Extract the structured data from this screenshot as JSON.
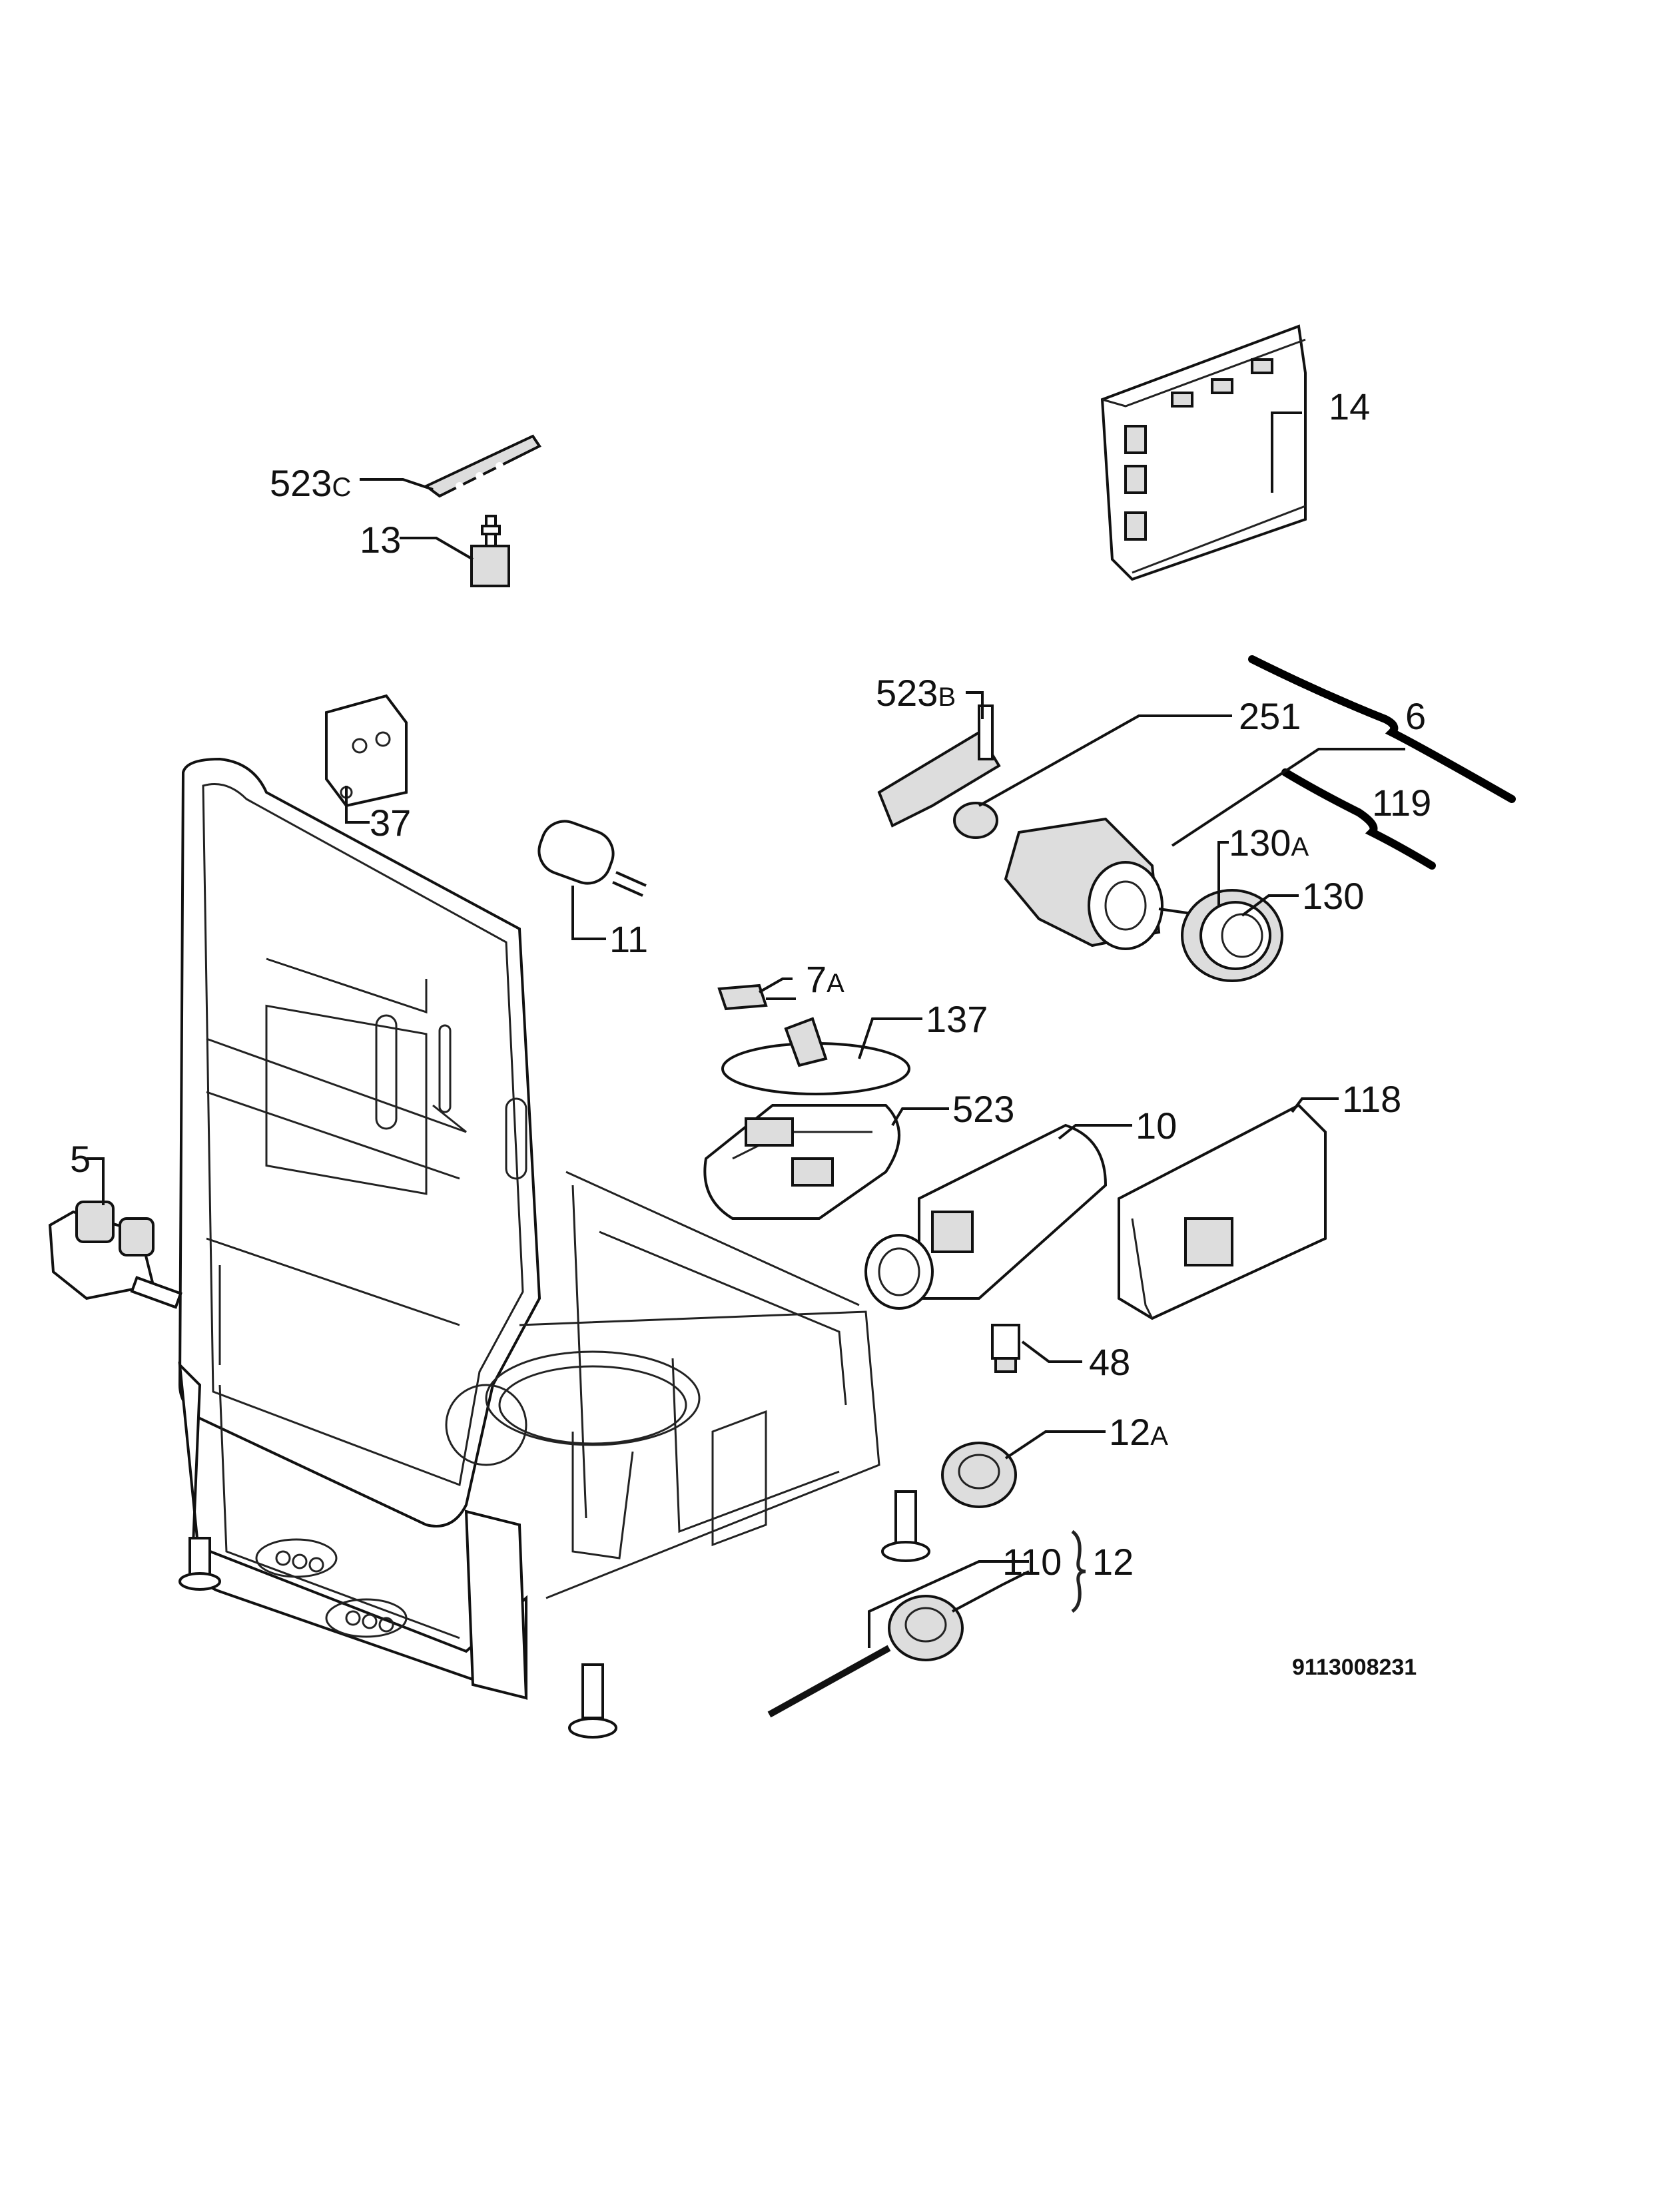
{
  "document_number": "9113008231",
  "callouts": {
    "p14": "14",
    "p523c_num": "523",
    "p523c_suffix": "C",
    "p13": "13",
    "p523b_num": "523",
    "p523b_suffix": "B",
    "p251": "251",
    "p6": "6",
    "p119": "119",
    "p130a_num": "130",
    "p130a_suffix": "A",
    "p130": "130",
    "p37": "37",
    "p11": "11",
    "p7a_num": "7",
    "p7a_suffix": "A",
    "p137": "137",
    "p523": "523",
    "p10": "10",
    "p118": "118",
    "p5": "5",
    "p48": "48",
    "p12a_num": "12",
    "p12a_suffix": "A",
    "p110": "110",
    "p12": "12"
  }
}
